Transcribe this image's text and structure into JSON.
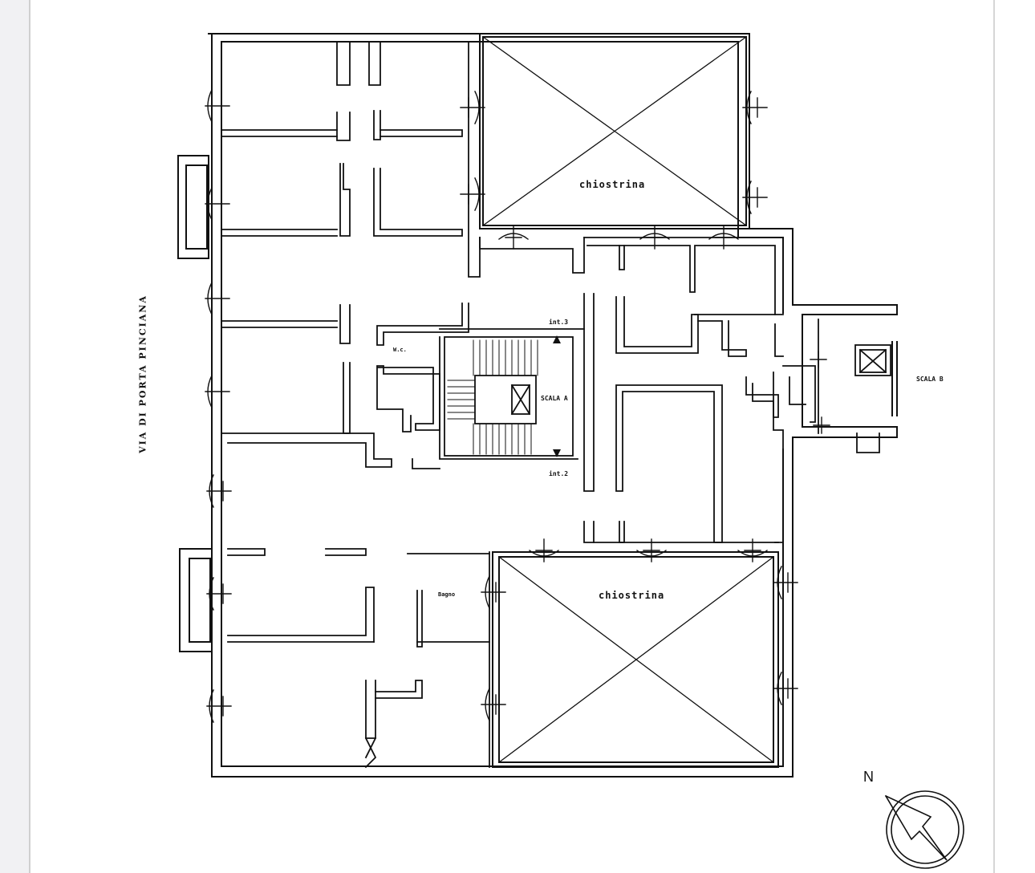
{
  "plan": {
    "street": "VIA DI PORTA PINCIANA",
    "courtyard_north": "chiostrina",
    "courtyard_south": "chiostrina",
    "wc": "W.c.",
    "bagno": "Bagno",
    "scala_a": "SCALA A",
    "scala_b": "SCALA B",
    "int_3": "int.3",
    "int_2": "int.2",
    "north": "N"
  },
  "colors": {
    "ink": "#111111",
    "paper": "#ffffff",
    "margin": "#f1f1f3"
  }
}
